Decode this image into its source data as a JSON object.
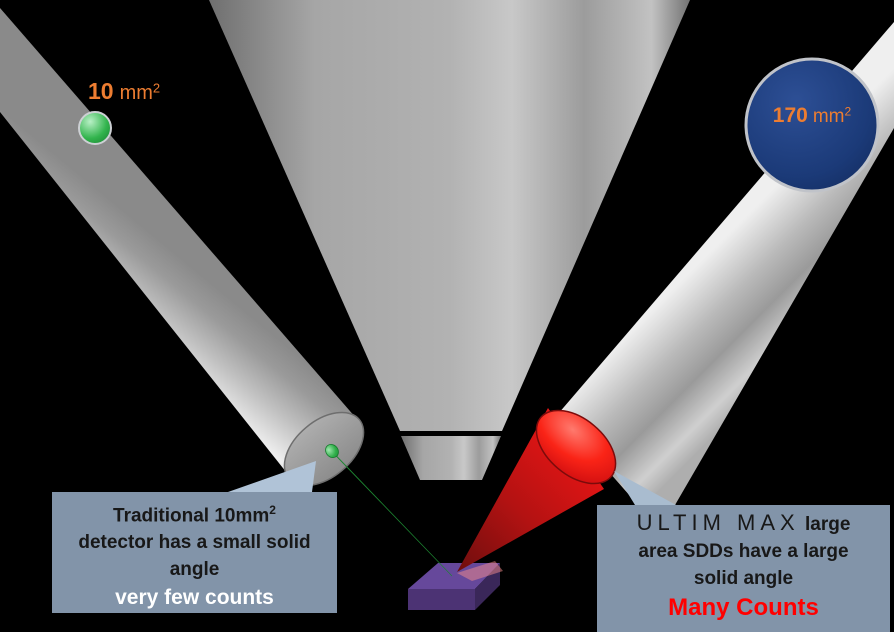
{
  "badges": {
    "small": {
      "value": "10",
      "unit": "mm",
      "sup": "2"
    },
    "large": {
      "value": "170",
      "unit": "mm",
      "sup": "2"
    }
  },
  "callouts": {
    "left": {
      "line1_main": "Traditional 10mm",
      "line1_sup": "2",
      "line2": "detector has a small solid",
      "line3": "angle",
      "emphasis": "very few counts"
    },
    "right": {
      "brand": "ULTIM MAX",
      "line1_rest": " large",
      "line2": "area SDDs have a large",
      "line3": "solid angle",
      "emphasis": "Many Counts"
    }
  },
  "colors": {
    "background": "#000000",
    "accent_orange": "#ed7d31",
    "emphasis_red": "#ff0000",
    "emphasis_white": "#ffffff",
    "callout_bg": "#8294a9",
    "callout_pointer": "#b0c3d7",
    "beam_green": "#2fae46",
    "cone_red": "#e51515",
    "sphere_green": "#2fb24c",
    "disc_navy": "#1b3a78",
    "sample_purple_top": "#66489b",
    "sample_purple_front": "#4c3374",
    "sample_purple_side": "#3a2759",
    "metal_gray": "#b4b4b4"
  }
}
